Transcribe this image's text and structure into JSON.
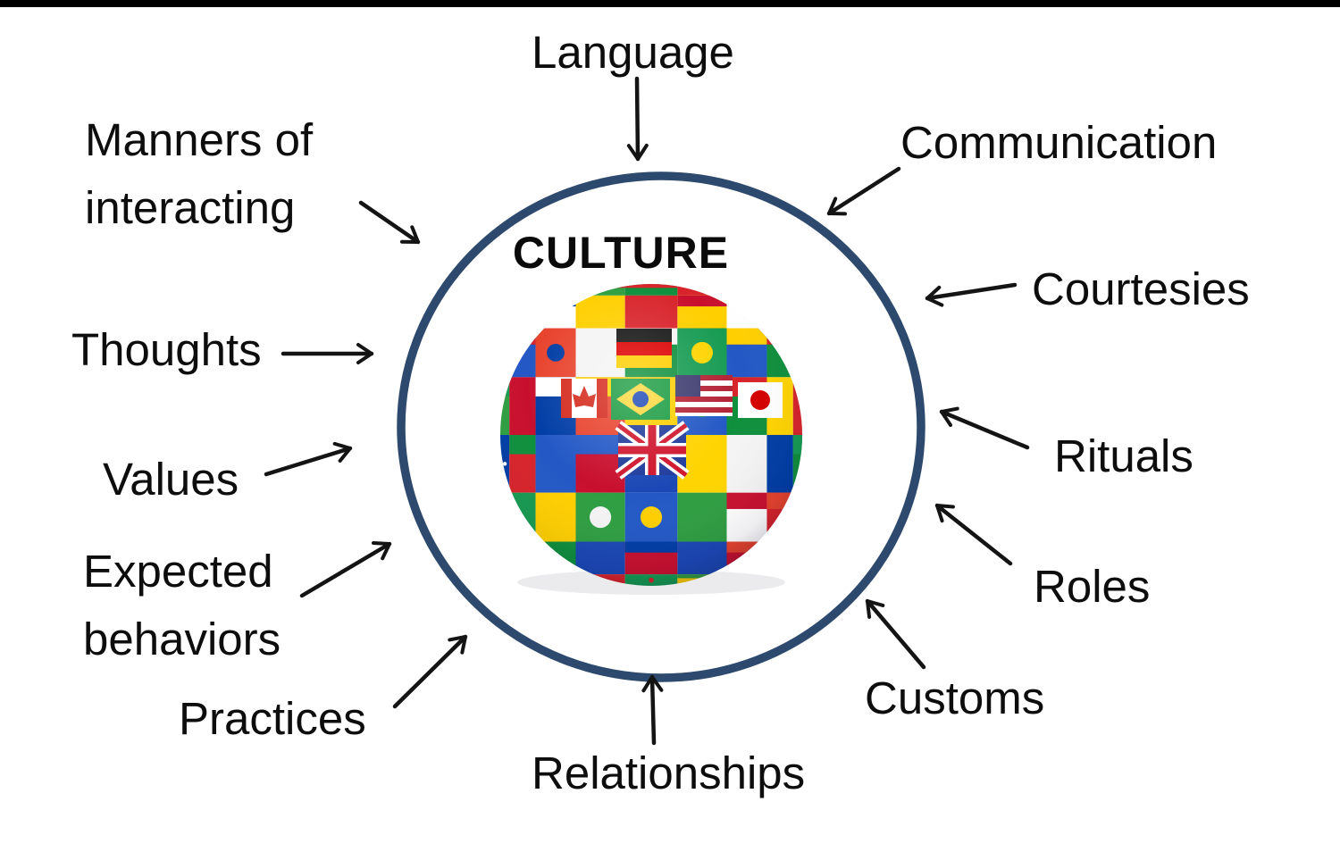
{
  "title": {
    "center_label": "CULTURE"
  },
  "nodes": [
    {
      "id": "language",
      "label": "Language"
    },
    {
      "id": "communication",
      "label": "Communication"
    },
    {
      "id": "courtesies",
      "label": "Courtesies"
    },
    {
      "id": "rituals",
      "label": "Rituals"
    },
    {
      "id": "roles",
      "label": "Roles"
    },
    {
      "id": "customs",
      "label": "Customs"
    },
    {
      "id": "relationships",
      "label": "Relationships"
    },
    {
      "id": "practices",
      "label": "Practices"
    },
    {
      "id": "expected-behaviors",
      "label": "Expected\nbehaviors"
    },
    {
      "id": "values",
      "label": "Values"
    },
    {
      "id": "thoughts",
      "label": "Thoughts"
    },
    {
      "id": "manners-of-interacting",
      "label": "Manners of\ninteracting"
    }
  ],
  "icons": {
    "center": "globe-of-world-flags-icon"
  },
  "colors": {
    "circle_stroke": "#2d4a6e",
    "arrow": "#141414",
    "text": "#0d0d0d",
    "top_bar": "#000000"
  }
}
